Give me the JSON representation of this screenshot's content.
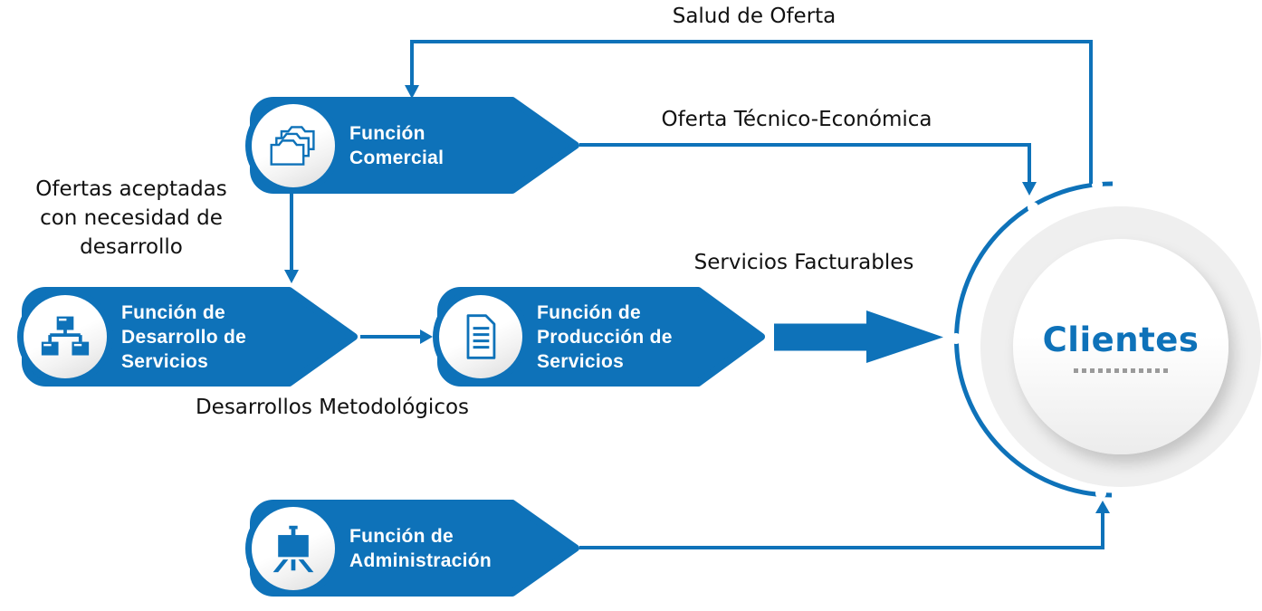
{
  "colors": {
    "accent": "#0e72b9",
    "ring_gray": "#efefef",
    "label_ink": "#111111",
    "dot_gray": "#9a9a9a"
  },
  "nodes": [
    {
      "id": "funcion-comercial",
      "icon": "folders-icon",
      "lines": [
        "Función",
        "Comercial"
      ]
    },
    {
      "id": "funcion-desarrollo",
      "icon": "org-chart-icon",
      "lines": [
        "Función de",
        "Desarrollo de",
        "Servicios"
      ]
    },
    {
      "id": "funcion-produccion",
      "icon": "document-icon",
      "lines": [
        "Función de",
        "Producción de",
        "Servicios"
      ]
    },
    {
      "id": "funcion-administracion",
      "icon": "easel-icon",
      "lines": [
        "Función de",
        "Administración"
      ]
    }
  ],
  "client": {
    "label": "Clientes"
  },
  "flow_labels": {
    "salud": "Salud de Oferta",
    "oferta": "Oferta Técnico-Económica",
    "servicios": "Servicios Facturables",
    "desarrollos": "Desarrollos Metodológicos",
    "ofertas_aceptadas": [
      "Ofertas aceptadas",
      "con necesidad de",
      "desarrollo"
    ]
  }
}
